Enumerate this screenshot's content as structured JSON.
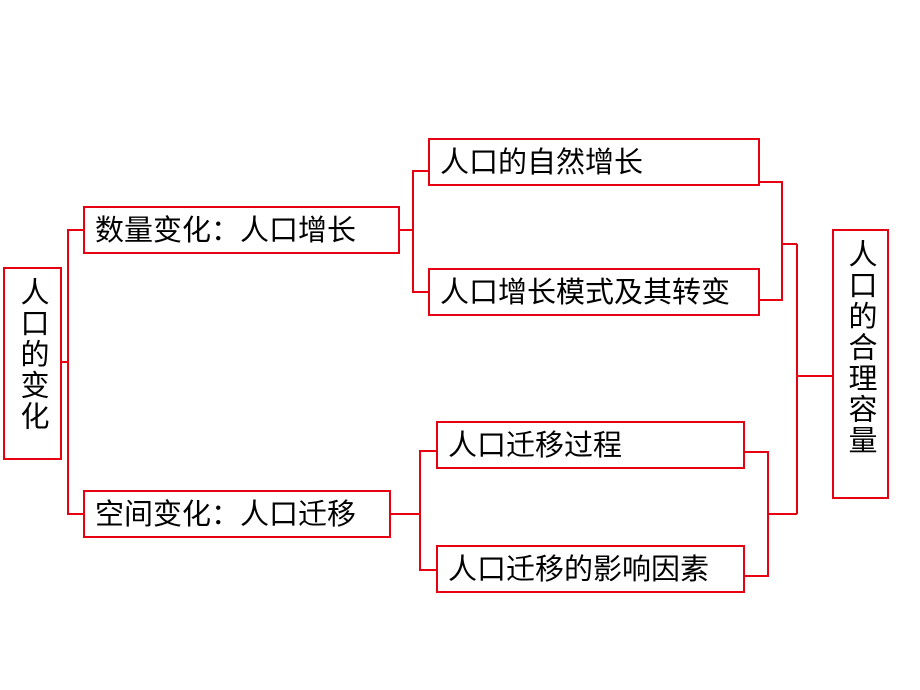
{
  "diagram": {
    "root": "人口的变化",
    "branch_quantity": "数量变化：人口增长",
    "branch_space": "空间变化：人口迁移",
    "leaf_natural_growth": "人口的自然增长",
    "leaf_growth_model": "人口增长模式及其转变",
    "leaf_migration_process": "人口迁移过程",
    "leaf_migration_factors": "人口迁移的影响因素",
    "conclusion": "人口的合理容量"
  },
  "colors": {
    "line": "#e60012",
    "border": "#e60012",
    "text": "#000000"
  }
}
